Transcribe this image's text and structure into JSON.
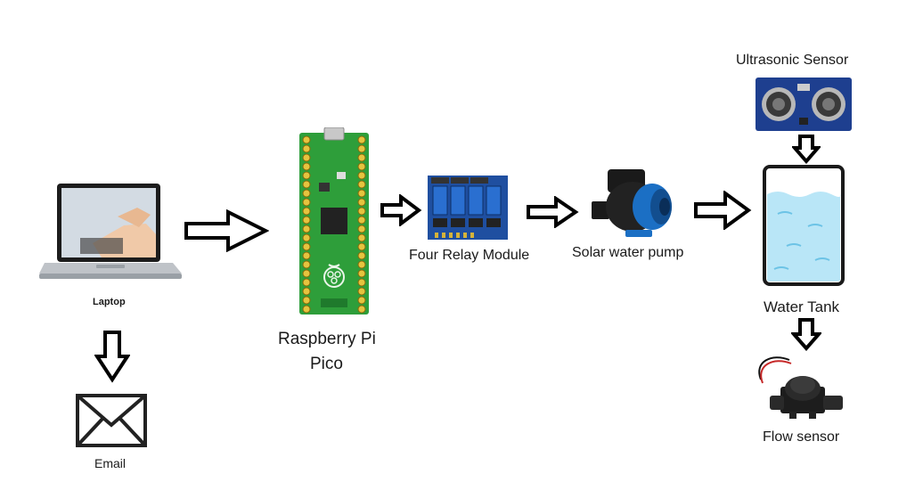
{
  "nodes": {
    "laptop": {
      "label": "Laptop"
    },
    "pico": {
      "label_line1": "Raspberry Pi",
      "label_line2": "Pico"
    },
    "relay": {
      "label": "Four Relay Module"
    },
    "pump": {
      "label": "Solar water pump"
    },
    "ultrasonic": {
      "label": "Ultrasonic Sensor"
    },
    "tank": {
      "label": "Water Tank"
    },
    "flow": {
      "label": "Flow sensor"
    },
    "email": {
      "label": "Email"
    }
  },
  "icons": {
    "laptop": "laptop-icon",
    "pico": "raspberry-pi-pico-icon",
    "relay": "relay-module-icon",
    "pump": "water-pump-icon",
    "ultrasonic": "ultrasonic-sensor-icon",
    "tank": "water-tank-icon",
    "flow": "flow-sensor-icon",
    "email": "envelope-icon"
  },
  "colors": {
    "pcb_green": "#2e9e3a",
    "relay_blue": "#1f4fa0",
    "pump_blue": "#1b6fc4",
    "water": "#b9e6f7",
    "arrow_stroke": "#000000"
  }
}
